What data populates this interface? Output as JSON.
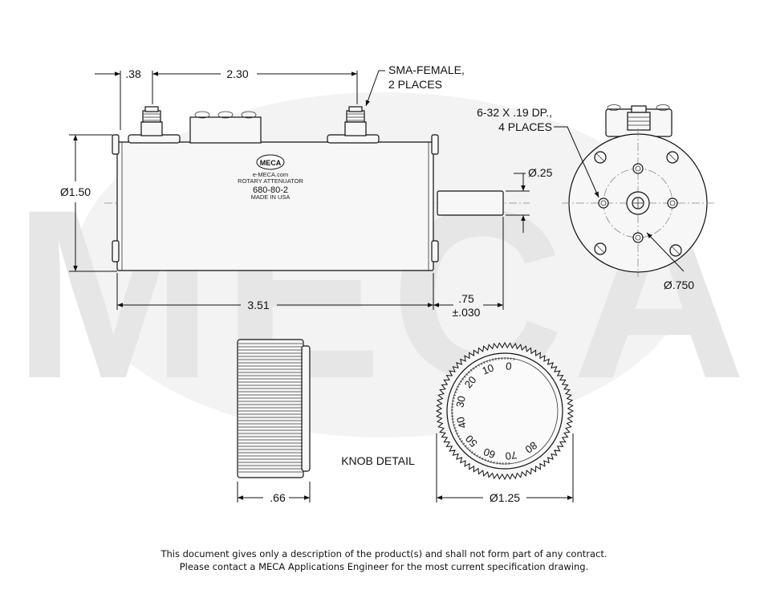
{
  "watermark": {
    "text": "MECA"
  },
  "logo": {
    "text": "MECA"
  },
  "side_view": {
    "label_lines": [
      "e-MECA.com",
      "ROTARY ATTENUATOR",
      "680-80-2",
      "MADE IN USA"
    ],
    "dims": {
      "offset_038": ".38",
      "spacing_230": "2.30",
      "diameter_150": "Ø1.50",
      "length_351": "3.51",
      "shaft_075": ".75",
      "shaft_tol": "±.030",
      "shaft_dia": "Ø.25"
    },
    "callout_sma": [
      "SMA-FEMALE,",
      "2 PLACES"
    ]
  },
  "end_view": {
    "callout_holes": [
      "6-32 X .19 DP.,",
      "4 PLACES"
    ],
    "bolt_circle": "Ø.750"
  },
  "knob": {
    "title": "KNOB DETAIL",
    "width": ".66",
    "diameter": "Ø1.25",
    "scale": [
      "0",
      "10",
      "20",
      "30",
      "40",
      "50",
      "60",
      "70",
      "80"
    ]
  },
  "footer": {
    "line1": "This document gives only a description of the product(s) and shall not form part of any contract.",
    "line2": "Please contact a MECA Applications Engineer for the most current specification drawing."
  },
  "colors": {
    "line": "#111111",
    "watermark": "#ededed",
    "centerline": "#888888"
  }
}
